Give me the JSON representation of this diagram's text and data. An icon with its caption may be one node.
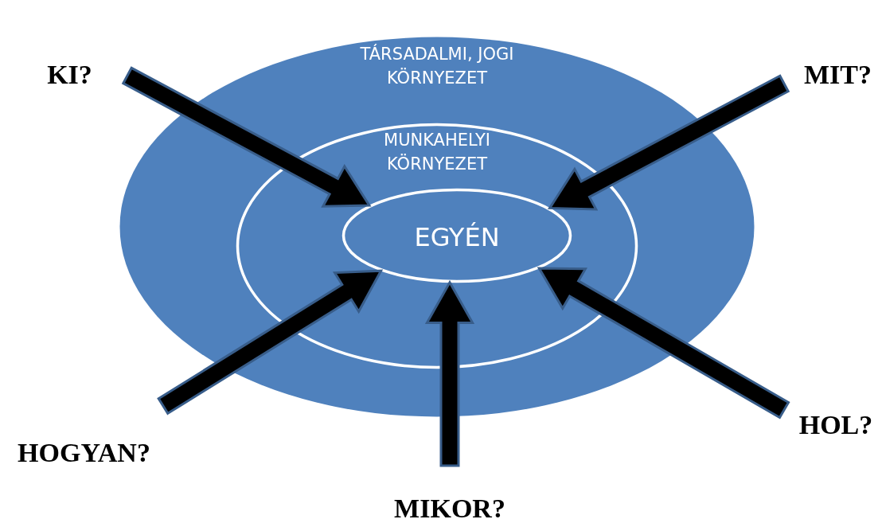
{
  "diagram": {
    "nodes": [
      {
        "text": [
          "TÁRSADALMI, JOGI KÖRNYEZET"
        ]
      },
      {
        "text": [
          "MUNKAHELYI KÖRNYEZET"
        ],
        "in": 0
      },
      {
        "text": [
          "EGYÉN"
        ],
        "in": 1
      },
      {
        "text": [
          "KI?"
        ]
      },
      {
        "text": [
          "MIT?"
        ]
      },
      {
        "text": [
          "HOGYAN?"
        ]
      },
      {
        "text": [
          "HOL?"
        ]
      },
      {
        "text": [
          "MIKOR?"
        ]
      }
    ],
    "edges": [
      {
        "from": 3,
        "to": 2,
        "arrow": "to",
        "style": "thick"
      },
      {
        "from": 4,
        "to": 2,
        "arrow": "to",
        "style": "thick"
      },
      {
        "from": 5,
        "to": 2,
        "arrow": "to",
        "style": "thick"
      },
      {
        "from": 6,
        "to": 2,
        "arrow": "to",
        "style": "thick"
      },
      {
        "from": 7,
        "to": 2,
        "arrow": "to",
        "style": "thick"
      }
    ]
  }
}
